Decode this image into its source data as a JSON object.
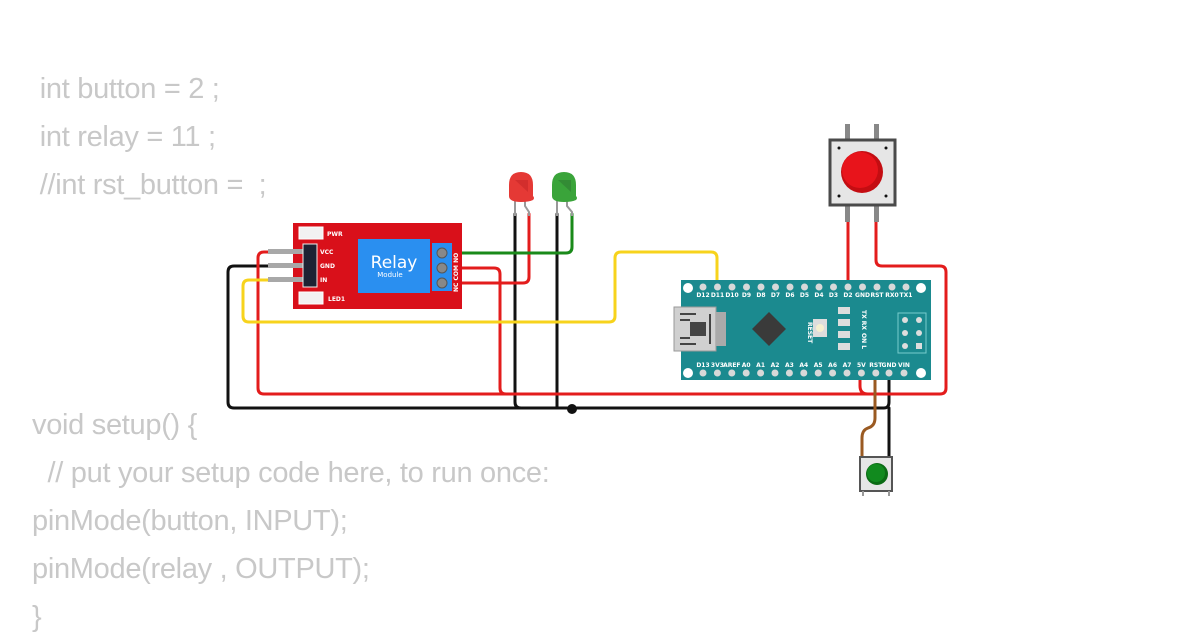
{
  "code": {
    "header_lines": [
      " int button = 2 ;",
      " int relay = 11 ;",
      " //int rst_button =  ;"
    ],
    "setup_lines": [
      "void setup() {",
      "  // put your setup code here, to run once:",
      "pinMode(button, INPUT);",
      "pinMode(relay , OUTPUT);",
      "}"
    ]
  },
  "relay_module": {
    "title": "Relay",
    "subtitle": "Module",
    "pins": [
      "VCC",
      "GND",
      "IN"
    ],
    "leds": [
      "PWR",
      "LED1"
    ],
    "terminals": [
      "NO",
      "COM",
      "NC"
    ],
    "terminal_label": "NC COM NO"
  },
  "leds": [
    {
      "color_name": "red",
      "color": "#e53935"
    },
    {
      "color_name": "green",
      "color": "#3aa43a"
    }
  ],
  "arduino_nano": {
    "top_pins": [
      "D12",
      "D11",
      "D10",
      "D9",
      "D8",
      "D7",
      "D6",
      "D5",
      "D4",
      "D3",
      "D2",
      "GND",
      "RST",
      "RX0",
      "TX1"
    ],
    "bottom_pins": [
      "D13",
      "3V3",
      "AREF",
      "A0",
      "A1",
      "A2",
      "A3",
      "A4",
      "A5",
      "A6",
      "A7",
      "5V",
      "RST",
      "GND",
      "VIN"
    ],
    "reset_label": "RESET",
    "status_leds": [
      "TX",
      "RX",
      "ON",
      "L"
    ],
    "board_color": "#1b8a8f"
  },
  "buttons": [
    {
      "name": "large-pushbutton",
      "cap_color": "#e8141b"
    },
    {
      "name": "small-pushbutton",
      "cap_color": "#118a1e"
    }
  ],
  "wire_colors": {
    "red": "#e31c1c",
    "black": "#111111",
    "yellow": "#f7d31c",
    "green": "#1a8a1a",
    "brown": "#9a5a22"
  }
}
